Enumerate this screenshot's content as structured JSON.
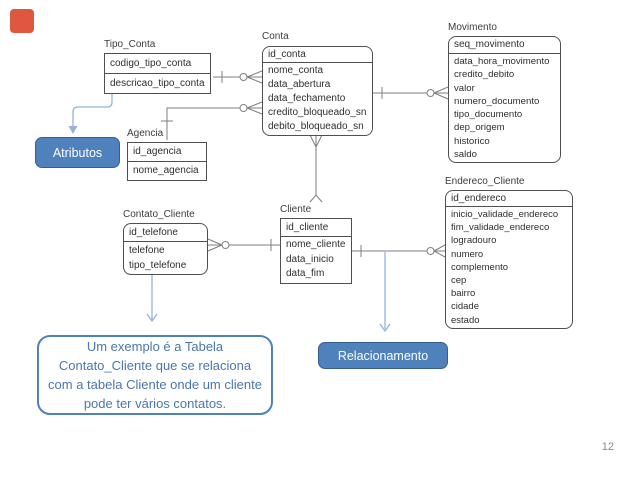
{
  "slide": {
    "page_number": "12"
  },
  "callouts": {
    "atributos": "Atributos",
    "relacionamento": "Relacionamento",
    "example_note": "Um exemplo é a Tabela Contato_Cliente que se relaciona com a tabela Cliente onde um cliente pode ter vários contatos."
  },
  "colors": {
    "callout_fill": "#4f81bd",
    "callout_border": "#365f91",
    "note_text": "#4a76ad",
    "connector_gray": "#7f7f7f",
    "callout_line_blue": "#95b3d7",
    "corner_square": "#df5740"
  },
  "tables": {
    "tipo_conta": {
      "title": "Tipo_Conta",
      "key": "codigo_tipo_conta",
      "attributes": [
        "descricao_tipo_conta"
      ]
    },
    "conta": {
      "title": "Conta",
      "key": "id_conta",
      "attributes": [
        "nome_conta",
        "data_abertura",
        "data_fechamento",
        "credito_bloqueado_sn",
        "debito_bloqueado_sn"
      ]
    },
    "movimento": {
      "title": "Movimento",
      "key": "seq_movimento",
      "attributes": [
        "data_hora_movimento",
        "credito_debito",
        "valor",
        "numero_documento",
        "tipo_documento",
        "dep_origem",
        "historico",
        "saldo"
      ]
    },
    "agencia": {
      "title": "Agencia",
      "key": "id_agencia",
      "attributes": [
        "nome_agencia"
      ]
    },
    "contato_cliente": {
      "title": "Contato_Cliente",
      "key": "id_telefone",
      "attributes": [
        "telefone",
        "tipo_telefone"
      ]
    },
    "cliente": {
      "title": "Cliente",
      "key": "id_cliente",
      "attributes": [
        "nome_cliente",
        "data_inicio",
        "data_fim"
      ]
    },
    "endereco_cliente": {
      "title": "Endereco_Cliente",
      "key": "id_endereco",
      "attributes": [
        "inicio_validade_endereco",
        "fim_validade_endereco",
        "logradouro",
        "numero",
        "complemento",
        "cep",
        "bairro",
        "cidade",
        "estado"
      ]
    }
  }
}
